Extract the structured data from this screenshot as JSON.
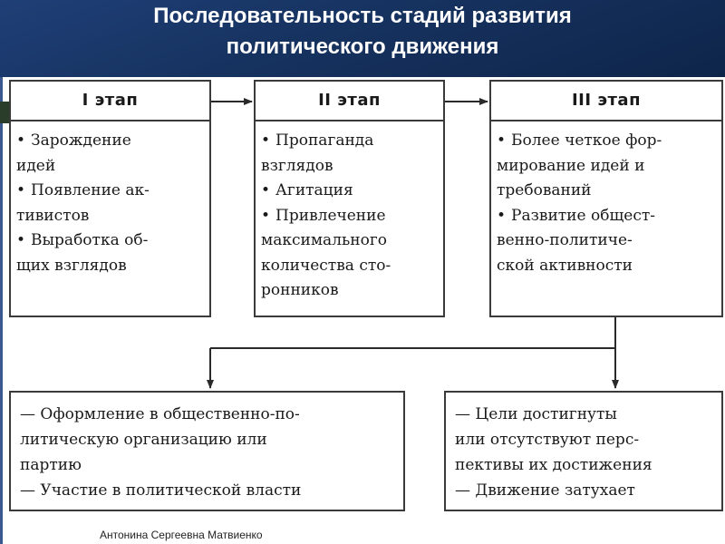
{
  "header": {
    "title_line1": "Последовательность стадий развития",
    "title_line2": "политического движения"
  },
  "stages": [
    {
      "heading": "I этап",
      "items": [
        "Зарождение\nидей",
        "Появление ак-\nтивистов",
        "Выработка об-\nщих взглядов"
      ]
    },
    {
      "heading": "II этап",
      "items": [
        "Пропаганда\nвзглядов",
        "Агитация",
        "Привлечение\nмаксимального\nколичества сто-\nронников"
      ]
    },
    {
      "heading": "III этап",
      "items": [
        "Более четкое фор-\nмирование идей и\nтребований",
        "Развитие общест-\nвенно-политиче-\nской активности"
      ]
    }
  ],
  "outcomes": [
    {
      "lines": [
        "— Оформление в общественно-по-\nлитическую организацию или\nпартию",
        "— Участие в политической власти"
      ]
    },
    {
      "lines": [
        "— Цели достигнуты\nили отсутствуют перс-\nпективы их достижения",
        "— Движение затухает"
      ]
    }
  ],
  "bullet_symbol": "•",
  "footer": {
    "author": "Антонина Сергеевна Матвиенко"
  },
  "colors": {
    "header_bg": "#1a3a6e",
    "border": "#3a3a3a",
    "text": "#1a1a1a"
  }
}
